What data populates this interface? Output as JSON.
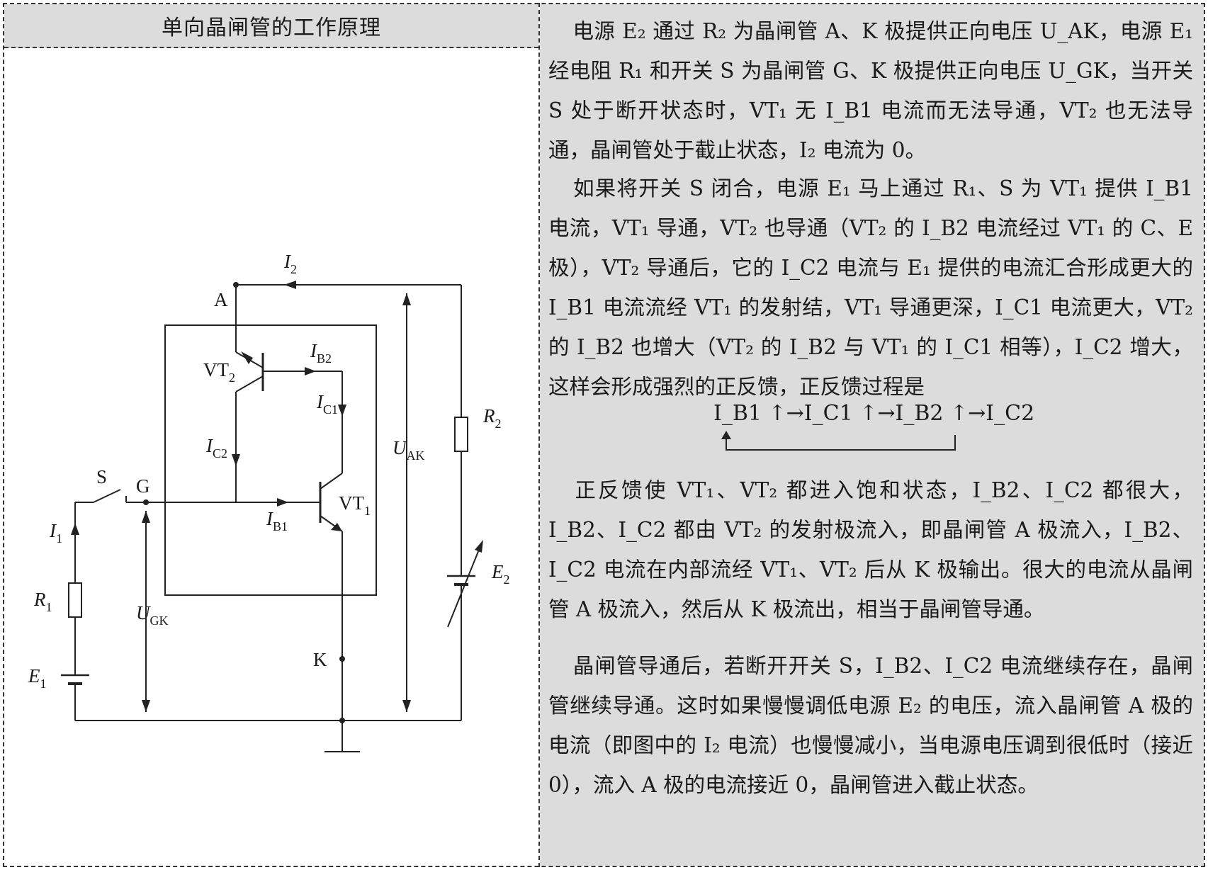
{
  "header": {
    "title": "单向晶闸管的工作原理"
  },
  "diagram": {
    "labels": {
      "I2_main": "I",
      "I2_sub": "2",
      "A": "A",
      "IB2_main": "I",
      "IB2_sub": "B2",
      "VT2_main": "VT",
      "VT2_sub": "2",
      "IC1_main": "I",
      "IC1_sub": "C1",
      "IC2_main": "I",
      "IC2_sub": "C2",
      "S": "S",
      "G": "G",
      "IB1_main": "I",
      "IB1_sub": "B1",
      "VT1_main": "VT",
      "VT1_sub": "1",
      "I1_main": "I",
      "I1_sub": "1",
      "R1_main": "R",
      "R1_sub": "1",
      "UGK_main": "U",
      "UGK_sub": "GK",
      "E1_main": "E",
      "E1_sub": "1",
      "K": "K",
      "UAK_main": "U",
      "UAK_sub": "AK",
      "R2_main": "R",
      "R2_sub": "2",
      "E2_main": "E",
      "E2_sub": "2"
    }
  },
  "text": {
    "p1": "电源 E₂ 通过 R₂ 为晶闸管 A、K 极提供正向电压 U_AK，电源 E₁ 经电阻 R₁ 和开关 S 为晶闸管 G、K 极提供正向电压 U_GK，当开关 S 处于断开状态时，VT₁ 无 I_B1 电流而无法导通，VT₂ 也无法导通，晶闸管处于截止状态，I₂ 电流为 0。",
    "p2": "如果将开关 S 闭合，电源 E₁ 马上通过 R₁、S 为 VT₁ 提供 I_B1 电流，VT₁ 导通，VT₂ 也导通（VT₂ 的 I_B2 电流经过 VT₁ 的 C、E 极），VT₂ 导通后，它的 I_C2 电流与 E₁ 提供的电流汇合形成更大的 I_B1 电流流经 VT₁ 的发射结，VT₁ 导通更深，I_C1 电流更大，VT₂ 的 I_B2 也增大（VT₂ 的 I_B2 与 VT₁ 的 I_C1 相等），I_C2 增大，这样会形成强烈的正反馈，正反馈过程是",
    "formula": "I_B1 ↑→I_C1 ↑→I_B2 ↑→I_C2",
    "p3": "正反馈使 VT₁、VT₂ 都进入饱和状态，I_B2、I_C2 都很大，I_B2、I_C2 都由 VT₂ 的发射极流入，即晶闸管 A 极流入，I_B2、I_C2 电流在内部流经 VT₁、VT₂ 后从 K 极输出。很大的电流从晶闸管 A 极流入，然后从 K 极流出，相当于晶闸管导通。",
    "p4": "晶闸管导通后，若断开开关 S，I_B2、I_C2 电流继续存在，晶闸管继续导通。这时如果慢慢调低电源 E₂ 的电压，流入晶闸管 A 极的电流（即图中的 I₂ 电流）也慢慢减小，当电源电压调到很低时（接近 0），流入 A 极的电流接近 0，晶闸管进入截止状态。"
  }
}
